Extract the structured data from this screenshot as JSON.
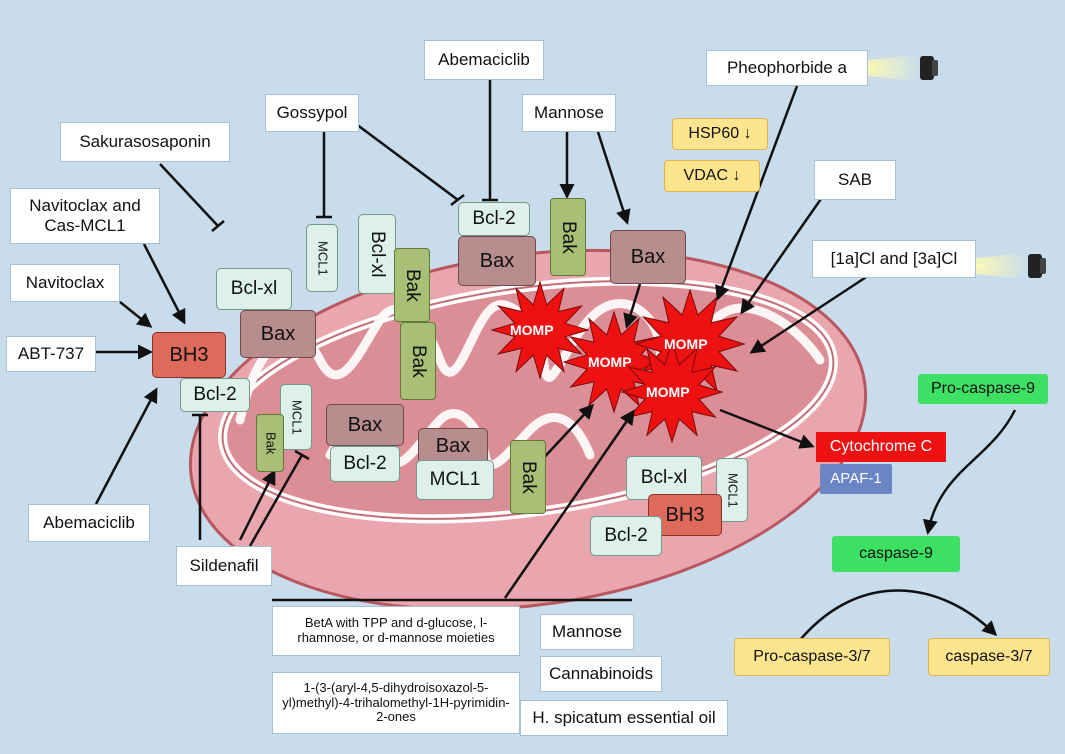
{
  "drugs": {
    "abemaciclib_top": "Abemaciclib",
    "gossypol": "Gossypol",
    "mannose_top": "Mannose",
    "pheophorbide": "Pheophorbide a",
    "sakurasosaponin": "Sakurasosaponin",
    "navitoclax_cas": "Navitoclax and Cas-MCL1",
    "navitoclax": "Navitoclax",
    "abt737": "ABT-737",
    "abemaciclib_left": "Abemaciclib",
    "sildenafil": "Sildenafil",
    "sab": "SAB",
    "metal_complex": "[1a]Cl and [3a]Cl",
    "beta": "BetA with TPP and d-glucose, l-rhamnose, or d-mannose moieties",
    "pyrimidin": "1-(3-(aryl-4,5-dihydroisoxazol-5-yl)methyl)-4-trihalomethyl-1H-pyrimidin-2-ones",
    "mannose_bottom": "Mannose",
    "cannabinoids": "Cannabinoids",
    "hspicatum": "H. spicatum essential oil"
  },
  "proteins": {
    "bcl2_top": "Bcl-2",
    "bax_top": "Bax",
    "bak_top": "Bak",
    "bax_right": "Bax",
    "mcl1_a": "MCL1",
    "bclxl_a": "Bcl-xl",
    "bak_a": "Bak",
    "bak_b": "Bak",
    "bclxl_left": "Bcl-xl",
    "bax_left": "Bax",
    "bh3_left": "BH3",
    "bcl2_left": "Bcl-2",
    "mcl1_b": "MCL1",
    "bak_c": "Bak",
    "bax_mid": "Bax",
    "bcl2_mid": "Bcl-2",
    "bax_mid2": "Bax",
    "mcl1_mid": "MCL1",
    "bak_d": "Bak",
    "bclxl_br": "Bcl-xl",
    "mcl1_br": "MCL1",
    "bh3_br": "BH3",
    "bcl2_br": "Bcl-2"
  },
  "momp": [
    "MOMP",
    "MOMP",
    "MOMP",
    "MOMP"
  ],
  "markers": {
    "hsp60": "HSP60 ↓",
    "vdac": "VDAC ↓"
  },
  "cascade": {
    "cytochrome": "Cytochrome C",
    "apaf": "APAF-1",
    "procasp9": "Pro-caspase-9",
    "casp9": "caspase-9",
    "procasp37": "Pro-caspase-3/7",
    "casp37": "caspase-3/7"
  },
  "icons": [
    "flashlight-icon",
    "flashlight-icon"
  ],
  "colors": {
    "background": "#c8dcec",
    "mitochondrion": "#eaa6ae",
    "momp": "#ee1111",
    "bh3": "#de6a5c",
    "bak": "#a8bf76",
    "bax": "#b88d8d",
    "antiapoptotic": "#ddf0ea"
  }
}
